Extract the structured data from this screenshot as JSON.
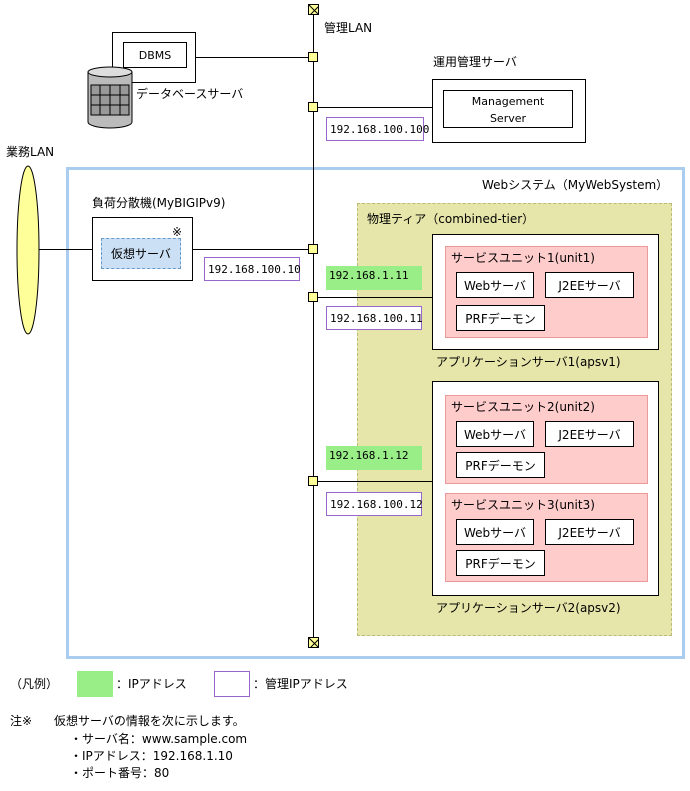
{
  "network": {
    "management_lan": "管理LAN",
    "business_lan": "業務LAN"
  },
  "dbms": {
    "label": "DBMS",
    "server_label": "データベースサーバ"
  },
  "ops_server": {
    "title": "運用管理サーバ",
    "line1": "Management",
    "line2": "Server",
    "mgmt_ip": "192.168.100.100"
  },
  "web_system": {
    "label": "Webシステム（MyWebSystem）",
    "load_balancer": {
      "title": "負荷分散機(MyBIGIPv9)",
      "virtual_server": "仮想サーバ",
      "note_mark": "※",
      "mgmt_ip": "192.168.100.10"
    },
    "tier": {
      "label": "物理ティア（combined-tier）",
      "app_servers": [
        {
          "label": "アプリケーションサーバ1(apsv1)",
          "ip": "192.168.1.11",
          "mgmt_ip": "192.168.100.11",
          "units": [
            {
              "label": "サービスユニット1(unit1)",
              "web": "Webサーバ",
              "j2ee": "J2EEサーバ",
              "prf": "PRFデーモン"
            }
          ]
        },
        {
          "label": "アプリケーションサーバ2(apsv2)",
          "ip": "192.168.1.12",
          "mgmt_ip": "192.168.100.12",
          "units": [
            {
              "label": "サービスユニット2(unit2)",
              "web": "Webサーバ",
              "j2ee": "J2EEサーバ",
              "prf": "PRFデーモン"
            },
            {
              "label": "サービスユニット3(unit3)",
              "web": "Webサーバ",
              "j2ee": "J2EEサーバ",
              "prf": "PRFデーモン"
            }
          ]
        }
      ]
    }
  },
  "legend": {
    "prefix": "（凡例）",
    "ip_label": "：IPアドレス",
    "mgmt_ip_label": "：管理IPアドレス",
    "ip_color": "#99ee88",
    "mgmt_border_color": "#9966cc"
  },
  "note": {
    "mark": "注※",
    "text": "仮想サーバの情報を次に示します。",
    "items": [
      "・サーバ名：www.sample.com",
      "・IPアドレス：192.168.1.10",
      "・ポート番号：80"
    ]
  },
  "colors": {
    "web_system_border": "#aaccee",
    "tier_fill": "#e6e6aa",
    "tier_border": "#bbbb77",
    "unit_fill": "#ffcccc",
    "virtual_server_fill": "#cce0f5",
    "node_fill": "#ffff99"
  }
}
